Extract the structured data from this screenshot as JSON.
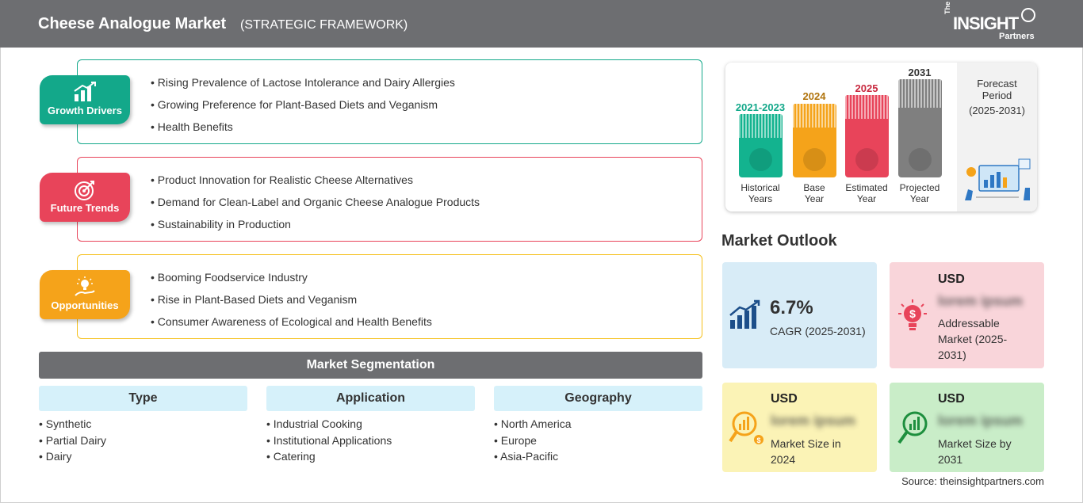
{
  "header": {
    "title": "Cheese Analogue Market",
    "subtitle": "(STRATEGIC FRAMEWORK)",
    "logo": {
      "the": "The",
      "insight": "INSIGHT",
      "partners": "Partners"
    }
  },
  "panels": [
    {
      "badge": "Growth Drivers",
      "icon": "bar-growth-icon",
      "color": "#13a88a",
      "items": [
        "Rising Prevalence of Lactose Intolerance and Dairy Allergies",
        "Growing Preference for Plant-Based Diets and Veganism",
        "Health Benefits"
      ]
    },
    {
      "badge": "Future Trends",
      "icon": "target-icon",
      "color": "#e8445a",
      "items": [
        "Product Innovation for Realistic Cheese Alternatives",
        "Demand for Clean-Label and Organic Cheese Analogue Products",
        "Sustainability in Production"
      ]
    },
    {
      "badge": "Opportunities",
      "icon": "lightbulb-hand-icon",
      "color": "#f5a31a",
      "items": [
        "Booming Foodservice Industry",
        "Rise in Plant-Based Diets and Veganism",
        "Consumer Awareness of Ecological and Health Benefits"
      ]
    }
  ],
  "segmentation": {
    "title": "Market Segmentation",
    "columns": [
      {
        "heading": "Type",
        "items": [
          "Synthetic",
          "Partial Dairy",
          "Dairy"
        ]
      },
      {
        "heading": "Application",
        "items": [
          "Industrial Cooking",
          "Institutional Applications",
          "Catering"
        ]
      },
      {
        "heading": "Geography",
        "items": [
          "North America",
          "Europe",
          "Asia-Pacific"
        ]
      }
    ]
  },
  "timeline": {
    "bars": [
      {
        "year": "2021-2023",
        "caption_1": "Historical",
        "caption_2": "Years",
        "color": "#13b38f",
        "icon": "history-icon"
      },
      {
        "year": "2024",
        "caption_1": "Base",
        "caption_2": "Year",
        "color": "#f5a31a",
        "icon": "calendar-icon"
      },
      {
        "year": "2025",
        "caption_1": "Estimated",
        "caption_2": "Year",
        "color": "#e8445a",
        "icon": "gears-icon"
      },
      {
        "year": "2031",
        "caption_1": "Projected",
        "caption_2": "Year",
        "color": "#7f7f7f",
        "icon": "presentation-icon"
      }
    ],
    "forecast_1": "Forecast",
    "forecast_2": "Period",
    "forecast_3": "(2025-2031)"
  },
  "outlook": {
    "title": "Market Outlook",
    "cagr_value": "6.7%",
    "cagr_label": "CAGR (2025-2031)",
    "addressable_usd": "USD",
    "addressable_value": "lorem ipsum",
    "addressable_label_1": "Addressable",
    "addressable_label_2": "Market (2025-",
    "addressable_label_3": "2031)",
    "size2024_usd": "USD",
    "size2024_value": "lorem ipsum",
    "size2024_label_1": "Market Size in",
    "size2024_label_2": "2024",
    "size2031_usd": "USD",
    "size2031_value": "lorem ipsum",
    "size2031_label_1": "Market Size by",
    "size2031_label_2": "2031",
    "colors": {
      "cagr": "#d8ecf7",
      "addressable": "#f9d5da",
      "size2024": "#fbf3b6",
      "size2031": "#c9edc8"
    }
  },
  "source": "Source: theinsightpartners.com"
}
